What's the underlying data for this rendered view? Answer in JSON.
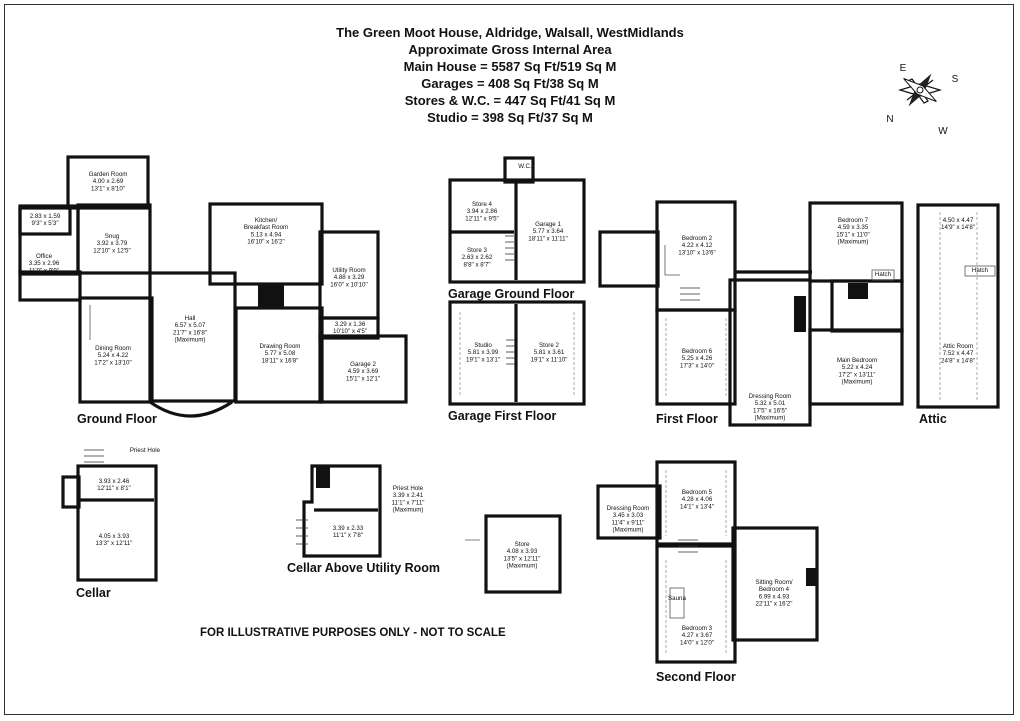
{
  "header": {
    "title": "The Green Moot House, Aldridge, Walsall, WestMidlands",
    "area_heading": "Approximate Gross Internal Area",
    "areas": [
      "Main House = 5587 Sq Ft/519 Sq M",
      "Garages = 408 Sq Ft/38 Sq M",
      "Stores & W.C. = 447 Sq Ft/41 Sq M",
      "Studio = 398 Sq Ft/37 Sq M"
    ]
  },
  "compass": {
    "e": "E",
    "s": "S",
    "n": "N",
    "w": "W"
  },
  "disclaimer": "FOR ILLUSTRATIVE PURPOSES ONLY - NOT TO SCALE",
  "floors": {
    "ground": "Ground Floor",
    "garage_ground": "Garage Ground Floor",
    "garage_first": "Garage First Floor",
    "first": "First Floor",
    "attic": "Attic",
    "cellar": "Cellar",
    "cellar_above_utility": "Cellar Above Utility Room",
    "second": "Second Floor"
  },
  "rooms": {
    "garden_room": [
      "Garden Room",
      "4.00 x 2.69",
      "13'1\" x 8'10\""
    ],
    "wc_small": [
      "2.83 x 1.59",
      "9'3\" x 5'3\""
    ],
    "snug": [
      "Snug",
      "3.92 x 3.79",
      "12'10\" x 12'5\""
    ],
    "office": [
      "Office",
      "3.35 x 2.96",
      "11'0\" x 9'9\""
    ],
    "kitchen": [
      "Kitchen/",
      "Breakfast Room",
      "5.13 x 4.94",
      "16'10\" x 16'2\""
    ],
    "utility": [
      "Utility Room",
      "4.88 x 3.29",
      "16'0\" x 10'10\""
    ],
    "hall": [
      "Hall",
      "6.57 x 5.07",
      "21'7\" x 16'8\"",
      "(Maximum)"
    ],
    "dining": [
      "Dining Room",
      "5.24 x 4.22",
      "17'2\" x 13'10\""
    ],
    "drawing": [
      "Drawing Room",
      "5.77 x 5.08",
      "18'11\" x 16'8\""
    ],
    "store_small": [
      "3.29 x 1.36",
      "10'10\" x 4'5\""
    ],
    "garage2": [
      "Garage 2",
      "4.59 x 3.69",
      "15'1\" x 12'1\""
    ],
    "store4": [
      "Store 4",
      "3.94 x 2.86",
      "12'11\" x 9'5\""
    ],
    "store3": [
      "Store 3",
      "2.63 x 2.62",
      "8'8\" x 8'7\""
    ],
    "garage1": [
      "Garage 1",
      "5.77 x 3.64",
      "18'11\" x 11'11\""
    ],
    "studio": [
      "Studio",
      "5.81 x 3.99",
      "19'1\" x 13'1\""
    ],
    "store2": [
      "Store 2",
      "5.81 x 3.61",
      "19'1\" x 11'10\""
    ],
    "bedroom2": [
      "Bedroom 2",
      "4.22 x 4.12",
      "13'10\" x 13'6\""
    ],
    "bedroom7": [
      "Bedroom 7",
      "4.59 x 3.35",
      "15'1\" x 11'0\"",
      "(Maximum)"
    ],
    "bedroom6": [
      "Bedroom 6",
      "5.25 x 4.26",
      "17'3\" x 14'0\""
    ],
    "main_bedroom": [
      "Main Bedroom",
      "5.22 x 4.24",
      "17'2\" x 13'11\"",
      "(Maximum)"
    ],
    "dressing": [
      "Dressing Room",
      "5.32 x 5.01",
      "17'5\" x 16'5\"",
      "(Maximum)"
    ],
    "attic_top": [
      "4.50 x 4.47",
      "14'9\" x 14'8\""
    ],
    "attic_room": [
      "Attic Room",
      "7.52 x 4.47",
      "24'8\" x 14'8\""
    ],
    "cellar_top": [
      "3.93 x 2.46",
      "12'11\" x 8'1\""
    ],
    "cellar_bottom": [
      "4.05 x 3.93",
      "13'3\" x 12'11\""
    ],
    "priest_hole_cellar": "Priest Hole",
    "priest_hole_utility": [
      "Priest Hole",
      "3.39 x 2.41",
      "11'1\" x 7'11\"",
      "(Maximum)"
    ],
    "cellar_utility_room": [
      "3.39 x 2.33",
      "11'1\" x 7'8\""
    ],
    "store_bottom": [
      "Store",
      "4.08 x 3.93",
      "13'5\" x 12'11\"",
      "(Maximum)"
    ],
    "bedroom5": [
      "Bedroom 5",
      "4.28 x 4.06",
      "14'1\" x 13'4\""
    ],
    "dressing2": [
      "Dressing Room",
      "3.45 x 3.03",
      "11'4\" x 9'11\"",
      "(Maximum)"
    ],
    "sitting": [
      "Sitting Room/",
      "Bedroom 4",
      "6.99 x 4.93",
      "22'11\" x 16'2\""
    ],
    "bedroom3": [
      "Bedroom 3",
      "4.27 x 3.67",
      "14'0\" x 12'0\""
    ]
  },
  "small_labels": {
    "hatch": "Hatch",
    "sauna": "Sauna",
    "wc": "W.C."
  }
}
